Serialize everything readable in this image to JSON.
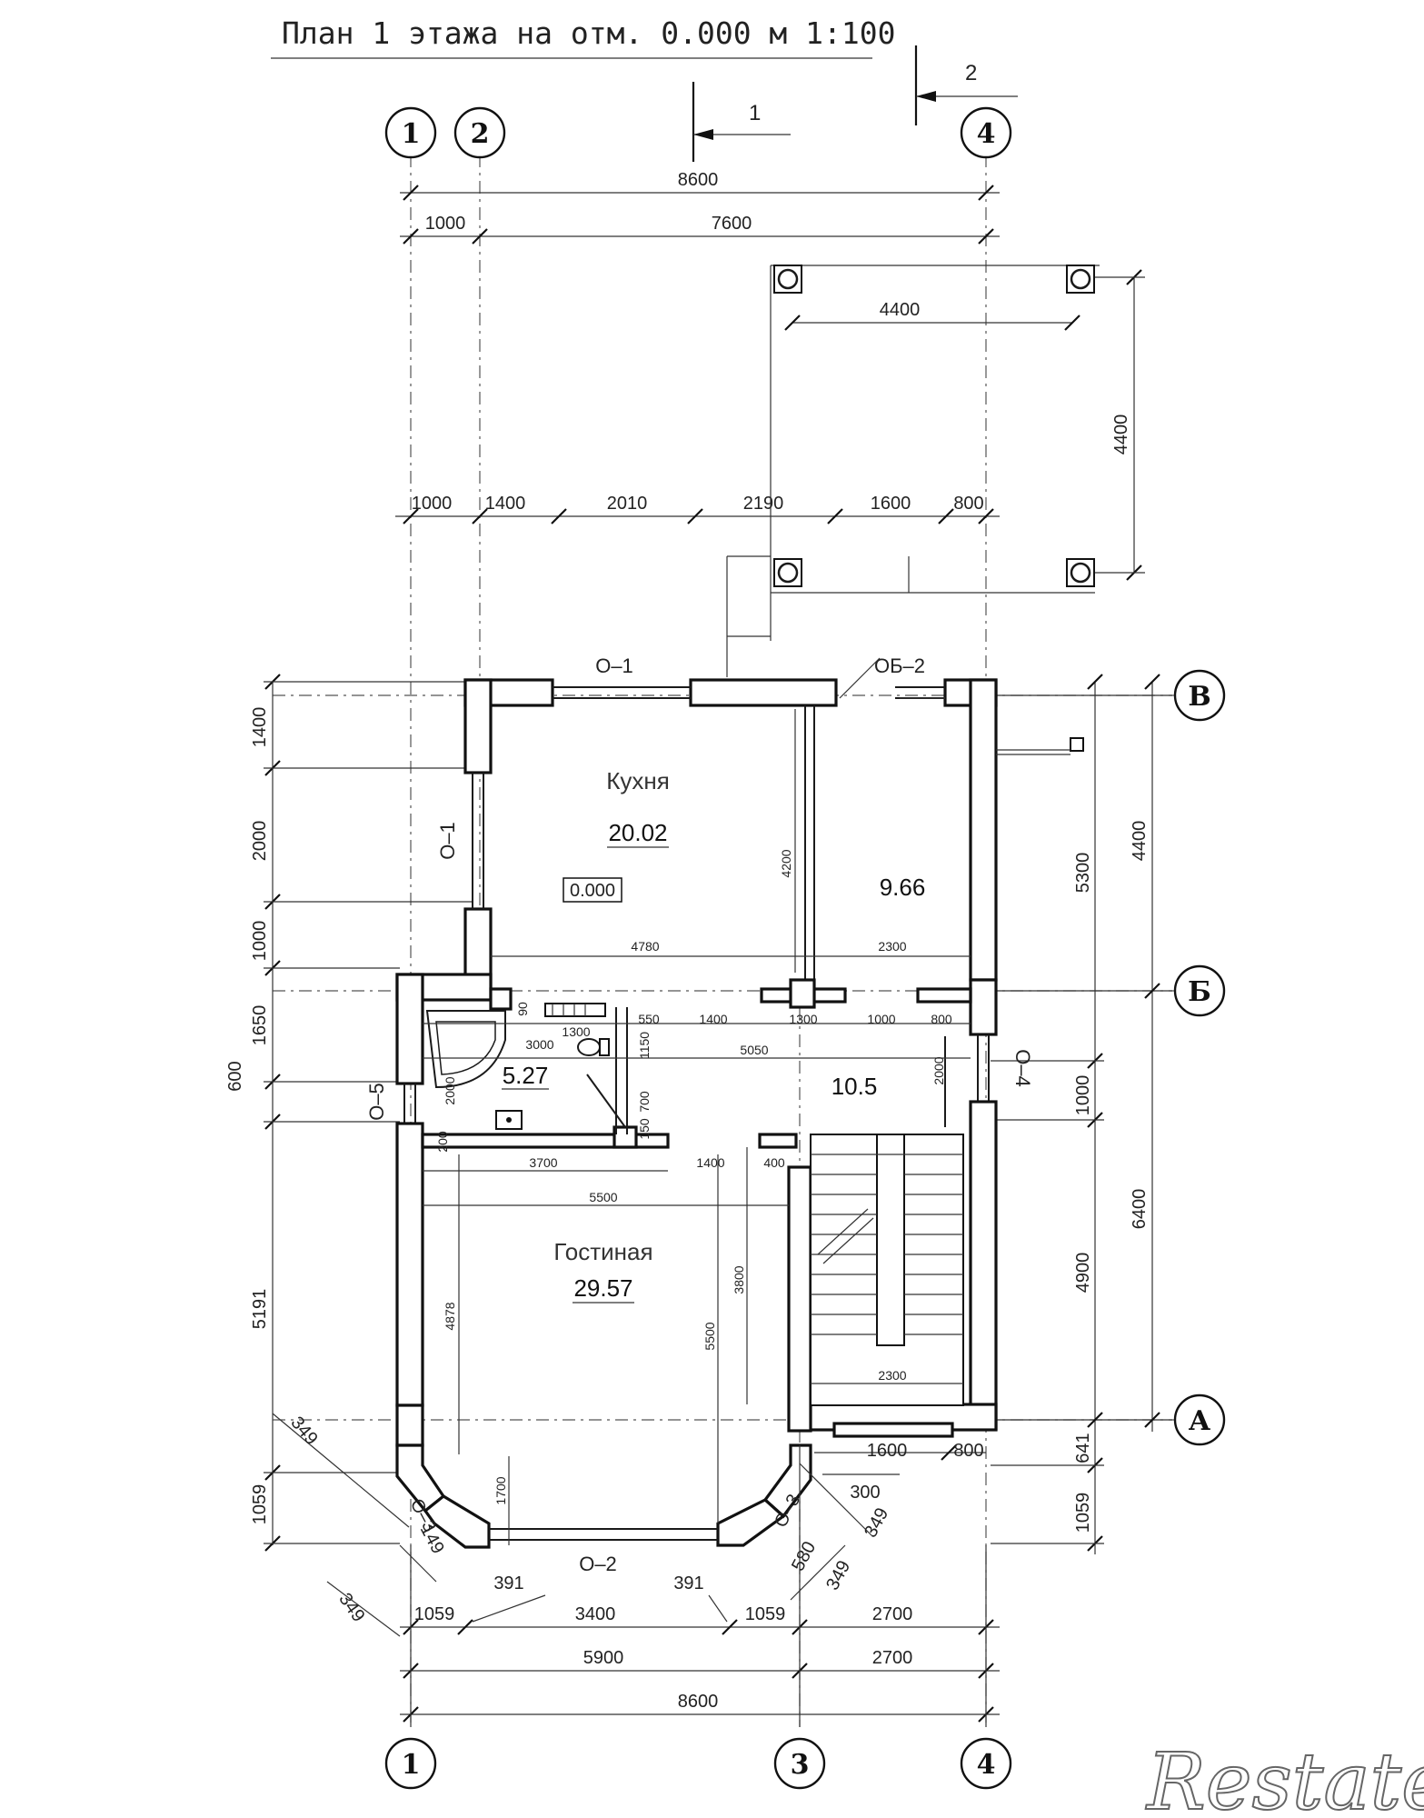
{
  "title": "План 1 этажа на отм. 0.000 м 1:100",
  "sections": [
    {
      "label": "1"
    },
    {
      "label": "2"
    }
  ],
  "axes": {
    "top": [
      "1",
      "2",
      "4"
    ],
    "bottom": [
      "1",
      "3",
      "4"
    ],
    "right": [
      "В",
      "Б",
      "А"
    ]
  },
  "rooms": [
    {
      "name": "Кухня",
      "area": "20.02"
    },
    {
      "name": "",
      "area": "9.66"
    },
    {
      "name": "",
      "area": "5.27"
    },
    {
      "name": "",
      "area": "10.5"
    },
    {
      "name": "Гостиная",
      "area": "29.57"
    }
  ],
  "level_mark": "0.000",
  "openings": {
    "o1_top": "О–1",
    "o1_left": "О–1",
    "ob2": "ОБ–2",
    "o5": "О–5",
    "o4": "О–4",
    "o2": "О–2",
    "o3_left": "О–3",
    "o3_right": "О–3"
  },
  "dims_top": {
    "overall": "8600",
    "a": "1000",
    "b": "7600",
    "terrace_w": "4400",
    "terrace_h": "4400",
    "c1": "1000",
    "c2": "1400",
    "c3": "2010",
    "c4": "2190",
    "c5": "1600",
    "c6": "800"
  },
  "dims_left": {
    "l1": "1400",
    "l2": "2000",
    "l3": "1000",
    "l4": "1650",
    "l5": "600",
    "l6": "5191",
    "l7": "349",
    "l8": "1059"
  },
  "dims_right": {
    "r1": "5300",
    "r2": "4400",
    "r3": "1000",
    "r4": "6400",
    "r5": "4900",
    "r6": "641",
    "r7": "1059"
  },
  "dims_inner": {
    "i4200": "4200",
    "i4780": "4780",
    "i2300a": "2300",
    "i550": "550",
    "i1400": "1400",
    "i1300": "1300",
    "i1000": "1000",
    "i800": "800",
    "i90": "90",
    "i1300b": "1300",
    "i3000": "3000",
    "i1150": "1150",
    "i5050": "5050",
    "i2000": "2000",
    "i2000b": "2000",
    "i700": "700",
    "i150": "150",
    "i200": "200",
    "i3700": "3700",
    "i1400b": "1400",
    "i400": "400",
    "i5500": "5500",
    "i4878": "4878",
    "i3800": "3800",
    "i5500v": "5500",
    "i2300b": "2300",
    "i1700": "1700",
    "i1600": "1600",
    "i800b": "800",
    "i300": "300",
    "i349a": "349",
    "i349b": "349",
    "i349c": "349",
    "i349d": "349",
    "i580": "580",
    "i149": "149"
  },
  "dims_bottom": {
    "b1059a": "1059",
    "b391a": "391",
    "b3400": "3400",
    "b391b": "391",
    "b1059b": "1059",
    "b2700a": "2700",
    "b5900": "5900",
    "b2700b": "2700",
    "overall": "8600"
  },
  "watermark": "Restate"
}
